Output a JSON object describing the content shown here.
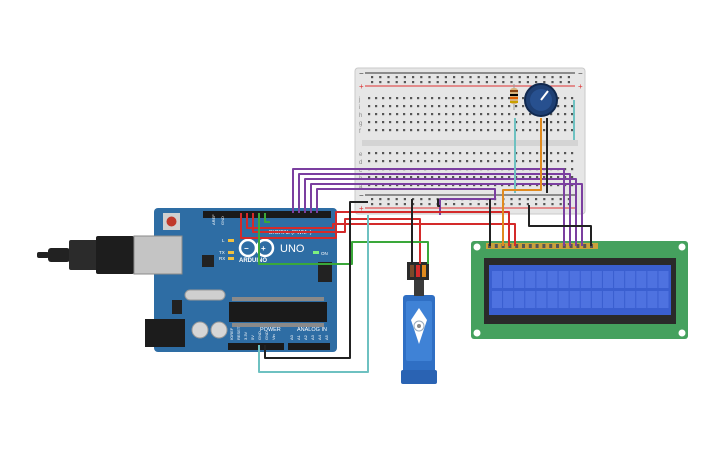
{
  "arduino": {
    "brand": "ARDUINO",
    "model": "UNO",
    "digital_label": "DIGITAL (PWM~)",
    "power_label": "POWER",
    "analog_label": "ANALOG IN",
    "on_label": "ON",
    "tx_label": "TX",
    "rx_label": "RX",
    "l_label": "L",
    "aref_label": "AREF",
    "gnd_label": "GND",
    "power_pins": [
      "IOREF",
      "RESET",
      "3.3V",
      "5V",
      "GND",
      "GND",
      "Vin"
    ],
    "analog_pins": [
      "A0",
      "A1",
      "A2",
      "A3",
      "A4",
      "A5"
    ]
  },
  "breadboard": {
    "row_letters_top": [
      "j",
      "i",
      "h",
      "g",
      "f"
    ],
    "row_letters_bottom": [
      "e",
      "d",
      "c",
      "b",
      "a"
    ],
    "rail_plus": "+",
    "rail_minus": "−"
  },
  "resistor": {
    "bands": [
      "#8b4513",
      "#000000",
      "#e06000",
      "#c8a000"
    ]
  },
  "colors": {
    "arduino_board": "#2e6da4",
    "lcd_board": "#45a15e",
    "lcd_screen": "#3a5fd0",
    "servo_body": "#2f6fc4",
    "wire_purple": "#7b3fa0",
    "wire_red": "#d42a2a",
    "wire_black": "#222222",
    "wire_green": "#3aa83a",
    "wire_teal": "#6ec1c1",
    "wire_orange": "#e08a1e"
  }
}
